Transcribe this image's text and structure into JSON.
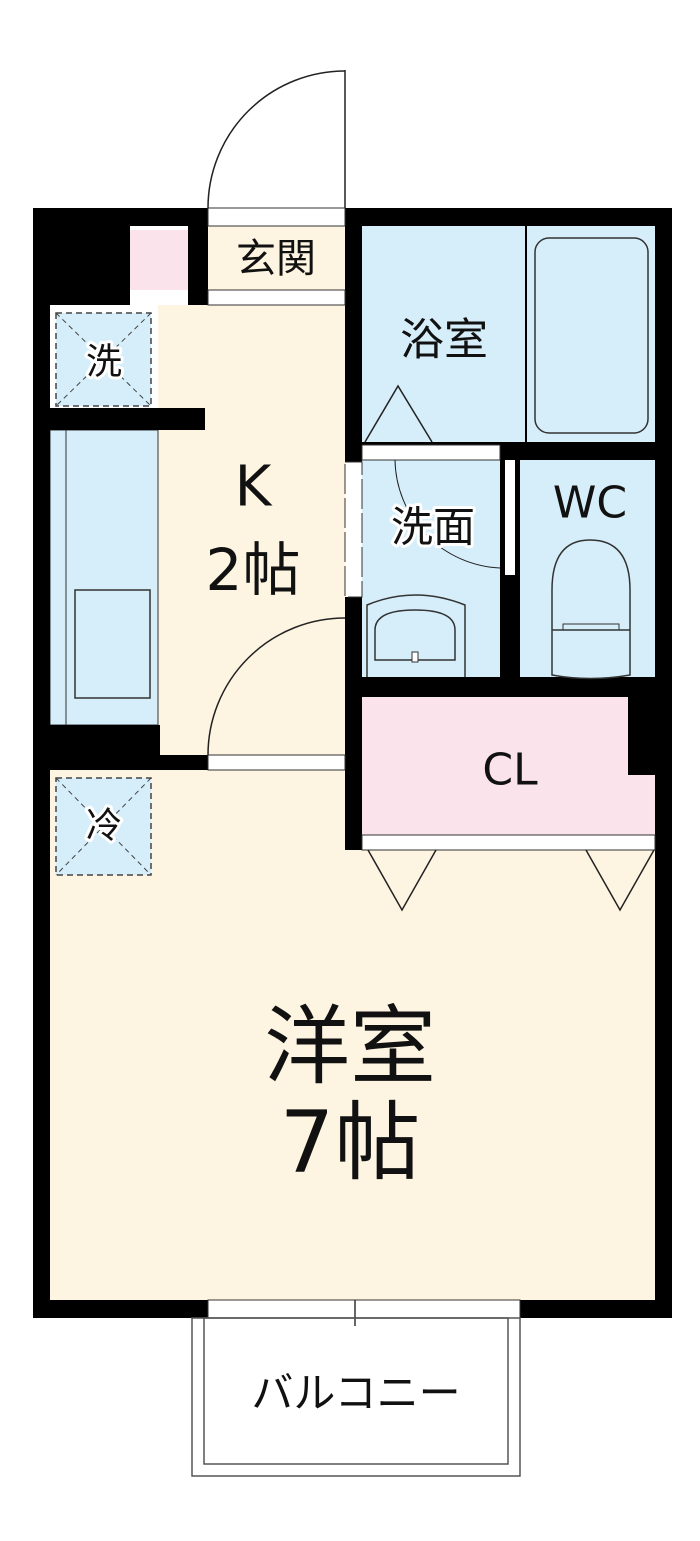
{
  "rooms": {
    "genkan": "玄関",
    "washer": "洗",
    "bathroom": "浴室",
    "kitchen": "K",
    "kitchen_size": "2帖",
    "washroom": "洗面",
    "wc": "WC",
    "closet": "CL",
    "fridge": "冷",
    "western_room": "洋室",
    "western_room_size": "7帖",
    "balcony": "バルコニー"
  },
  "colors": {
    "wall": "#000000",
    "floor": "#fdf5e2",
    "wet_area": "#d5eef9",
    "storage": "#fbe3ec"
  }
}
